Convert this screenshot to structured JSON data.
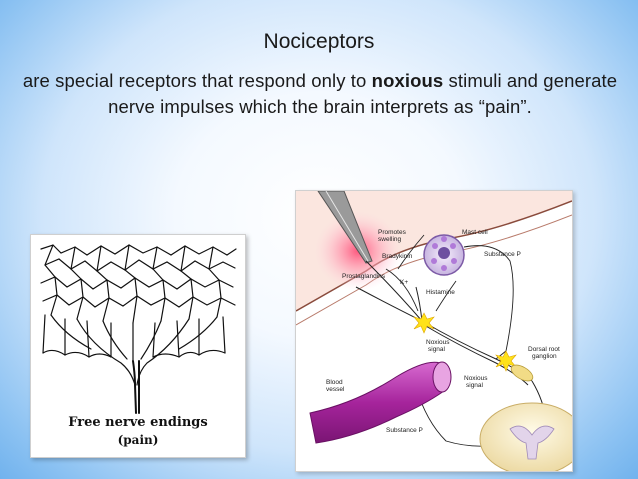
{
  "slide": {
    "title": "Nociceptors",
    "body_before": " are special receptors that respond only to ",
    "body_bold": "noxious",
    "body_after": " stimuli and generate nerve impulses which the brain interprets as “pain”."
  },
  "figure_left": {
    "caption_line1": "Free nerve endings",
    "caption_line2": "(pain)"
  },
  "figure_right": {
    "labels": {
      "promotes_swelling_1": "Promotes",
      "promotes_swelling_2": "swelling",
      "mast_cell": "Mast cell",
      "substance_p_top": "Substance P",
      "bradykinin": "Bradykinin",
      "prostaglandins": "Prostaglandins",
      "k_plus": "K+",
      "histamine": "Histamine",
      "noxious_signal_1a": "Noxious",
      "noxious_signal_1b": "signal",
      "dorsal_root_1": "Dorsal root",
      "dorsal_root_2": "ganglion",
      "blood_vessel_1": "Blood",
      "blood_vessel_2": "vessel",
      "noxious_signal_2a": "Noxious",
      "noxious_signal_2b": "signal",
      "substance_p_bottom": "Substance P"
    }
  }
}
